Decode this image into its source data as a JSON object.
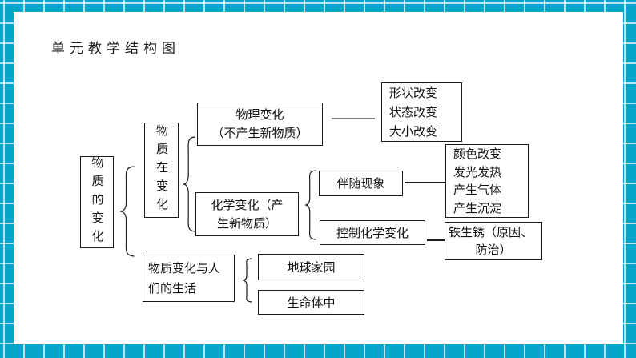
{
  "title": "单元教学结构图",
  "colors": {
    "grid_background": "#07a4cc",
    "grid_line": "#ffffff",
    "panel": "#ffffff",
    "box_border": "#1b1b1b",
    "connector_gray": "#808080",
    "text": "#111111"
  },
  "diagram": {
    "root": {
      "label": "物质的变化"
    },
    "matter_changing": {
      "label": "物质在变化"
    },
    "physical": {
      "line1": "物理变化",
      "line2": "（不产生新物质）"
    },
    "physical_results": {
      "line1": "形状改变",
      "line2": "状态改变",
      "line3": "大小改变"
    },
    "chemical": {
      "line1": "化学变化（产",
      "line2": "生新物质）"
    },
    "phenomena": {
      "label": "伴随现象"
    },
    "phenomena_results": {
      "line1": "颜色改变",
      "line2": "发光发热",
      "line3": "产生气体",
      "line4": "产生沉淀"
    },
    "control": {
      "label": "控制化学变化"
    },
    "rust": {
      "line1": "铁生锈（原因、",
      "line2": "防治）"
    },
    "human_life": {
      "line1": "物质变化与人",
      "line2": "们的生活"
    },
    "earth_home": {
      "label": "地球家园"
    },
    "living_body": {
      "label": "生命体中"
    }
  }
}
